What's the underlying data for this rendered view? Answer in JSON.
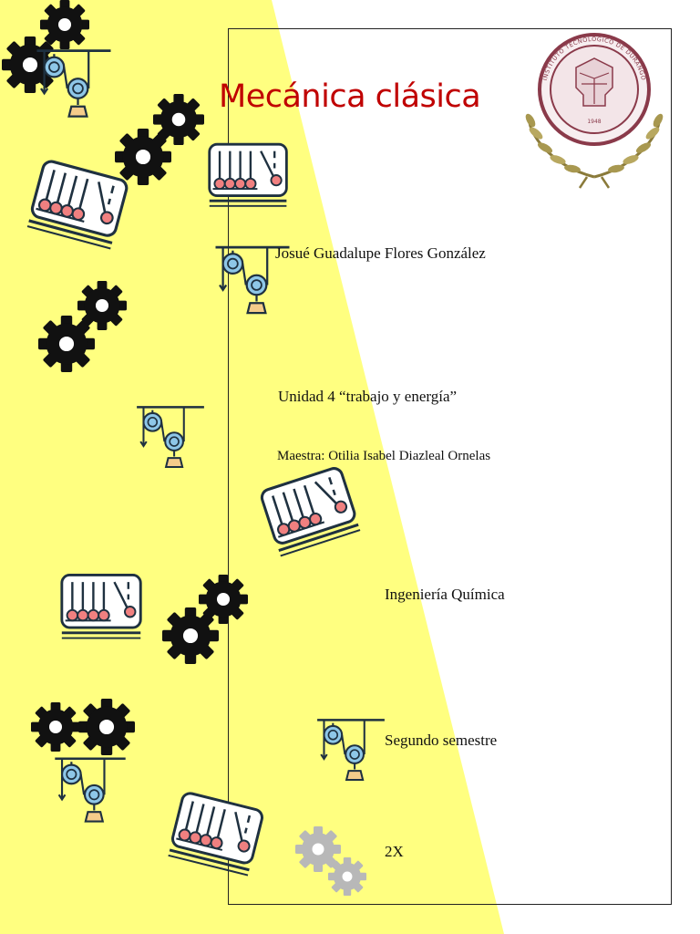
{
  "document": {
    "title": "Mecánica clásica",
    "author": "Josué Guadalupe Flores González",
    "unit": "Unidad 4 “trabajo y energía”",
    "teacher": "Maestra: Otilia Isabel Diazleal Ornelas",
    "career": "Ingeniería Química",
    "semester": "Segundo semestre",
    "group": "2X"
  },
  "seal": {
    "text": "INSTITUTO TECNOLÓGICO DE DURANGO",
    "year": "1948"
  },
  "colors": {
    "title": "#c00000",
    "background_accent": "#ffff80",
    "gear": "#111111",
    "pulley_wheel": "#8ec7e8",
    "pendulum_ball": "#f08080",
    "weight": "#f5cc8a",
    "gray_gear": "#b8b8b8"
  },
  "icons": [
    "gear-icon",
    "pulley-icon",
    "newtons-cradle-icon",
    "seal-icon",
    "laurel-icon"
  ]
}
